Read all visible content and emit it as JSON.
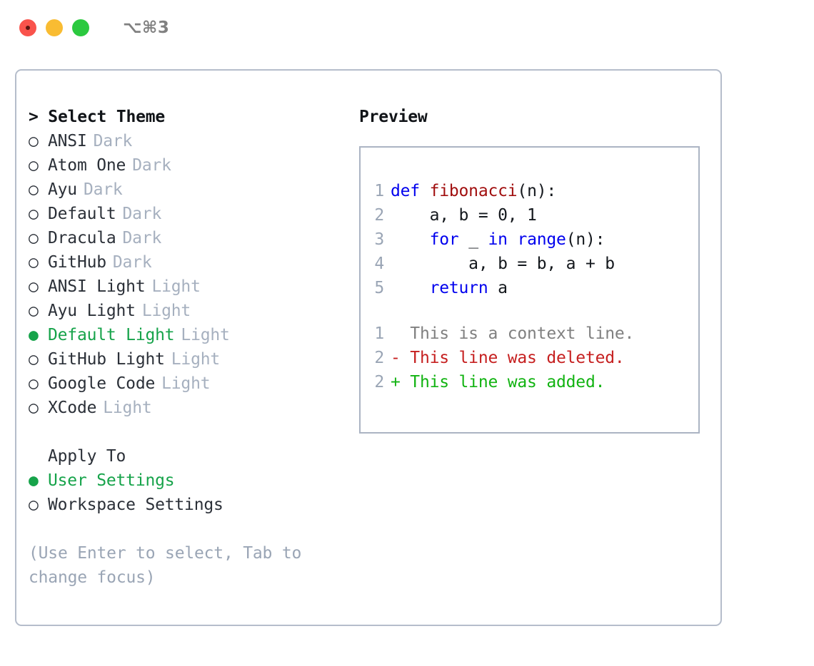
{
  "window": {
    "shortcut": "⌥⌘3",
    "traffic_lights": [
      "close",
      "minimize",
      "maximize"
    ]
  },
  "theme_picker": {
    "header": "> Select Theme",
    "bullet_selected": "●",
    "bullet_unselected": "○",
    "items": [
      {
        "label": "ANSI",
        "suffix": "Dark",
        "selected": false
      },
      {
        "label": "Atom One",
        "suffix": "Dark",
        "selected": false
      },
      {
        "label": "Ayu",
        "suffix": "Dark",
        "selected": false
      },
      {
        "label": "Default",
        "suffix": "Dark",
        "selected": false
      },
      {
        "label": "Dracula",
        "suffix": "Dark",
        "selected": false
      },
      {
        "label": "GitHub",
        "suffix": "Dark",
        "selected": false
      },
      {
        "label": "ANSI Light",
        "suffix": "Light",
        "selected": false
      },
      {
        "label": "Ayu Light",
        "suffix": "Light",
        "selected": false
      },
      {
        "label": "Default Light",
        "suffix": "Light",
        "selected": true
      },
      {
        "label": "GitHub Light",
        "suffix": "Light",
        "selected": false
      },
      {
        "label": "Google Code",
        "suffix": "Light",
        "selected": false
      },
      {
        "label": "XCode",
        "suffix": "Light",
        "selected": false
      }
    ]
  },
  "apply_to": {
    "header": "Apply To",
    "options": [
      {
        "label": "User Settings",
        "selected": true
      },
      {
        "label": "Workspace Settings",
        "selected": false
      }
    ]
  },
  "hint": "(Use Enter to select, Tab to change focus)",
  "preview": {
    "title": "Preview",
    "code_lines": [
      {
        "no": "1",
        "tokens": [
          {
            "t": "def ",
            "c": "kw"
          },
          {
            "t": "fibonacci",
            "c": "fn"
          },
          {
            "t": "(n):",
            "c": "plain"
          }
        ]
      },
      {
        "no": "2",
        "tokens": [
          {
            "t": "    a, b = 0, 1",
            "c": "plain"
          }
        ]
      },
      {
        "no": "3",
        "tokens": [
          {
            "t": "    ",
            "c": "plain"
          },
          {
            "t": "for",
            "c": "kw"
          },
          {
            "t": " _ ",
            "c": "plain"
          },
          {
            "t": "in range",
            "c": "kw"
          },
          {
            "t": "(n):",
            "c": "plain"
          }
        ]
      },
      {
        "no": "4",
        "tokens": [
          {
            "t": "        a, b = b, a + b",
            "c": "plain"
          }
        ]
      },
      {
        "no": "5",
        "tokens": [
          {
            "t": "    ",
            "c": "plain"
          },
          {
            "t": "return",
            "c": "kw"
          },
          {
            "t": " a",
            "c": "plain"
          }
        ]
      }
    ],
    "diff_lines": [
      {
        "no": "1",
        "text": "  This is a context line.",
        "kind": "ctx"
      },
      {
        "no": "2",
        "text": "- This line was deleted.",
        "kind": "del"
      },
      {
        "no": "2",
        "text": "+ This line was added.",
        "kind": "add"
      }
    ]
  },
  "colors": {
    "accent_green": "#16a34a",
    "muted": "#a6b0bf",
    "border": "#b5bdcb",
    "keyword_blue": "#0000ee",
    "function_red": "#a10f0f",
    "diff_added": "#12b312",
    "diff_deleted": "#c62020"
  }
}
